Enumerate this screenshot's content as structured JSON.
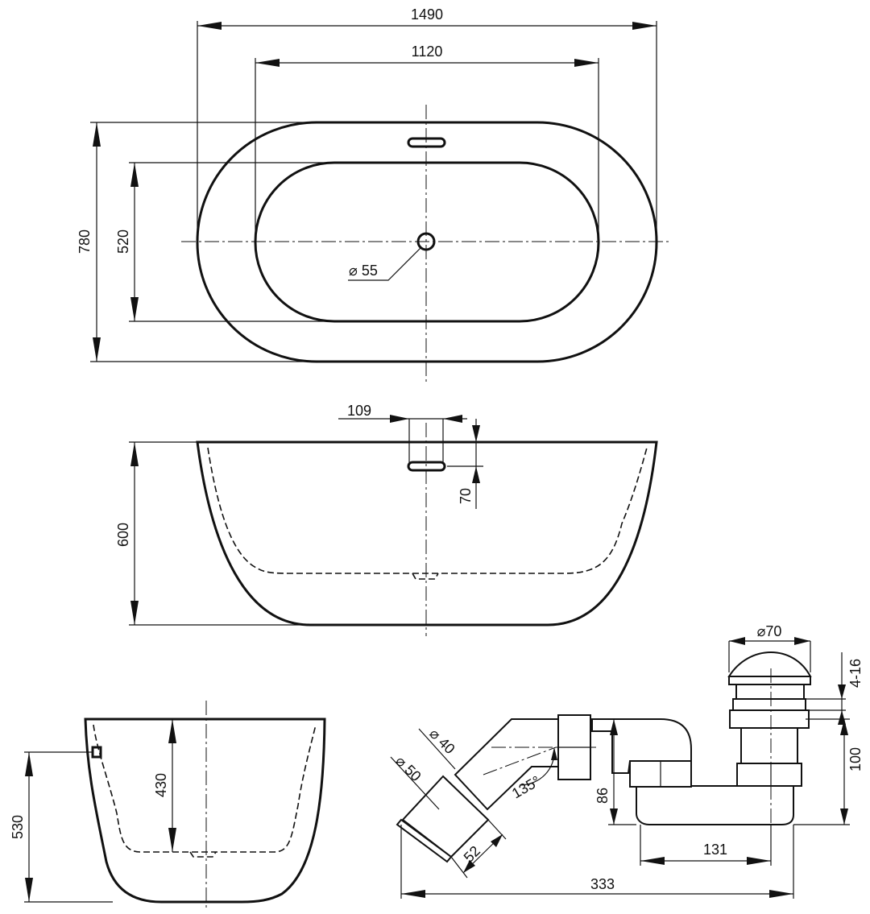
{
  "top_view": {
    "overall_length": "1490",
    "inner_length": "1120",
    "overall_width": "780",
    "inner_width": "520",
    "drain_diameter": "⌀ 55"
  },
  "front_view": {
    "overflow_width": "109",
    "overflow_offset": "70",
    "height": "600"
  },
  "side_view": {
    "inner_depth": "430",
    "overflow_height": "530"
  },
  "drain_set": {
    "plug_diameter": "⌀70",
    "plug_adjust": "4-16",
    "siphon_height": "100",
    "pipe_diameter": "⌀ 40",
    "outlet_diameter": "⌀ 50",
    "angle": "135°",
    "riser_height": "86",
    "outlet_length": "52",
    "trap_length": "131",
    "overall_length": "333"
  }
}
